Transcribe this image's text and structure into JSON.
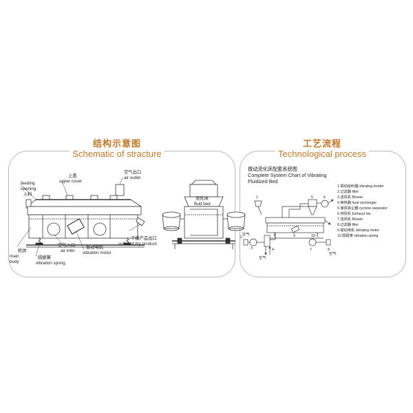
{
  "colors": {
    "accent": "#c0782a",
    "line": "#333333",
    "panel_border": "#b9b9b9"
  },
  "left": {
    "title_zh": "结构示意图",
    "title_en": "Schematic of stracture",
    "labels": {
      "feeding_en": "feeding",
      "feeding_en2": "opening",
      "feeding_zh": "入料",
      "upper_cover_zh": "上盖",
      "upper_cover_en": "upper cover",
      "air_outlet_zh": "空气出口",
      "air_outlet_en": "air outlet",
      "fluid_bed_zh": "流化床",
      "fluid_bed_en": "fluid bed",
      "dry_outlet_zh": "干燥产品出口",
      "dry_outlet_en": "outlet of dry product",
      "body_zh": "机体",
      "body_en": "main",
      "body_en2": "body",
      "spring_zh": "隔振簧",
      "spring_en": "vibration spring",
      "air_inlet_zh": "空气入口",
      "air_inlet_en": "air inlet",
      "motor_zh": "振动电机",
      "motor_en": "vibration motor"
    }
  },
  "right": {
    "title_zh": "工艺流程",
    "title_en": "Technological process",
    "chart_title_zh": "振动流化床配套系统图",
    "chart_title_en": "Complete System Chart of Vibrating",
    "chart_title_en2": "Fluidized Bed",
    "legend": [
      "1.振动给料器  vibrating feeder",
      "2.过滤器  filter",
      "3.送风机  Blower",
      "4.换热器  heat exchanger",
      "5.旋风除尘器  cyclone separator",
      "6.排风机  Exhaust fan",
      "7.送风机  Blower",
      "8.过滤器  filter",
      "9.振动电机  vibrating motor",
      "10.隔振簧  vibration spring"
    ],
    "diagram_labels": {
      "n1": "1",
      "n2": "2",
      "n3": "3",
      "n4": "4",
      "n5": "5",
      "n6": "6",
      "n7": "7",
      "n8": "8",
      "n9": "9",
      "n10": "10",
      "air1": "空气",
      "air2": "空气",
      "air3": "空气"
    }
  }
}
